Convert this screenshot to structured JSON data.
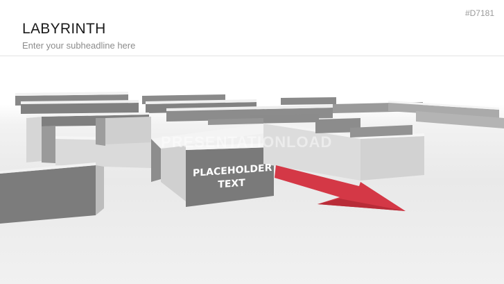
{
  "slide": {
    "title": "LABYRINTH",
    "subtitle": "Enter your subheadline here",
    "code": "#D7181",
    "placeholder_line1": "PLACEHOLDER",
    "placeholder_line2": "TEXT",
    "watermark": "PRESENTATIONLOAD"
  },
  "colors": {
    "wall_top": "#f2f2f2",
    "wall_side": "#7b7b7b",
    "wall_front": "#d8d8d8",
    "arrow": "#d43846"
  },
  "icons": {
    "arrow": "red-arrow-icon"
  }
}
